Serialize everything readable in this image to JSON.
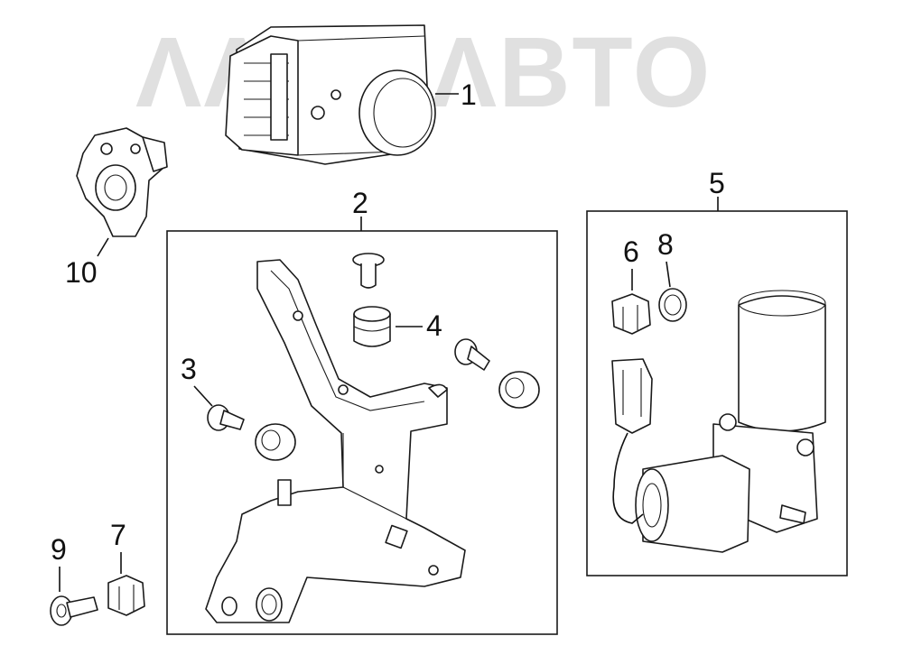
{
  "watermark": {
    "text": "ΛΛΕ⚙ΛΒΤΟ"
  },
  "callouts": {
    "c1": "1",
    "c2": "2",
    "c3": "3",
    "c4": "4",
    "c5": "5",
    "c6": "6",
    "c7": "7",
    "c8": "8",
    "c9": "9",
    "c10": "10"
  },
  "parts": {
    "p1": "abs-actuator-icon",
    "p2": "mounting-bracket-icon",
    "p3": "bolt-icon",
    "p4": "grommet-icon",
    "p5": "pump-motor-assembly-icon",
    "p6": "grommet-icon",
    "p7": "nut-icon",
    "p8": "o-ring-icon",
    "p9": "washer-bolt-icon",
    "p10": "sensor-icon"
  }
}
